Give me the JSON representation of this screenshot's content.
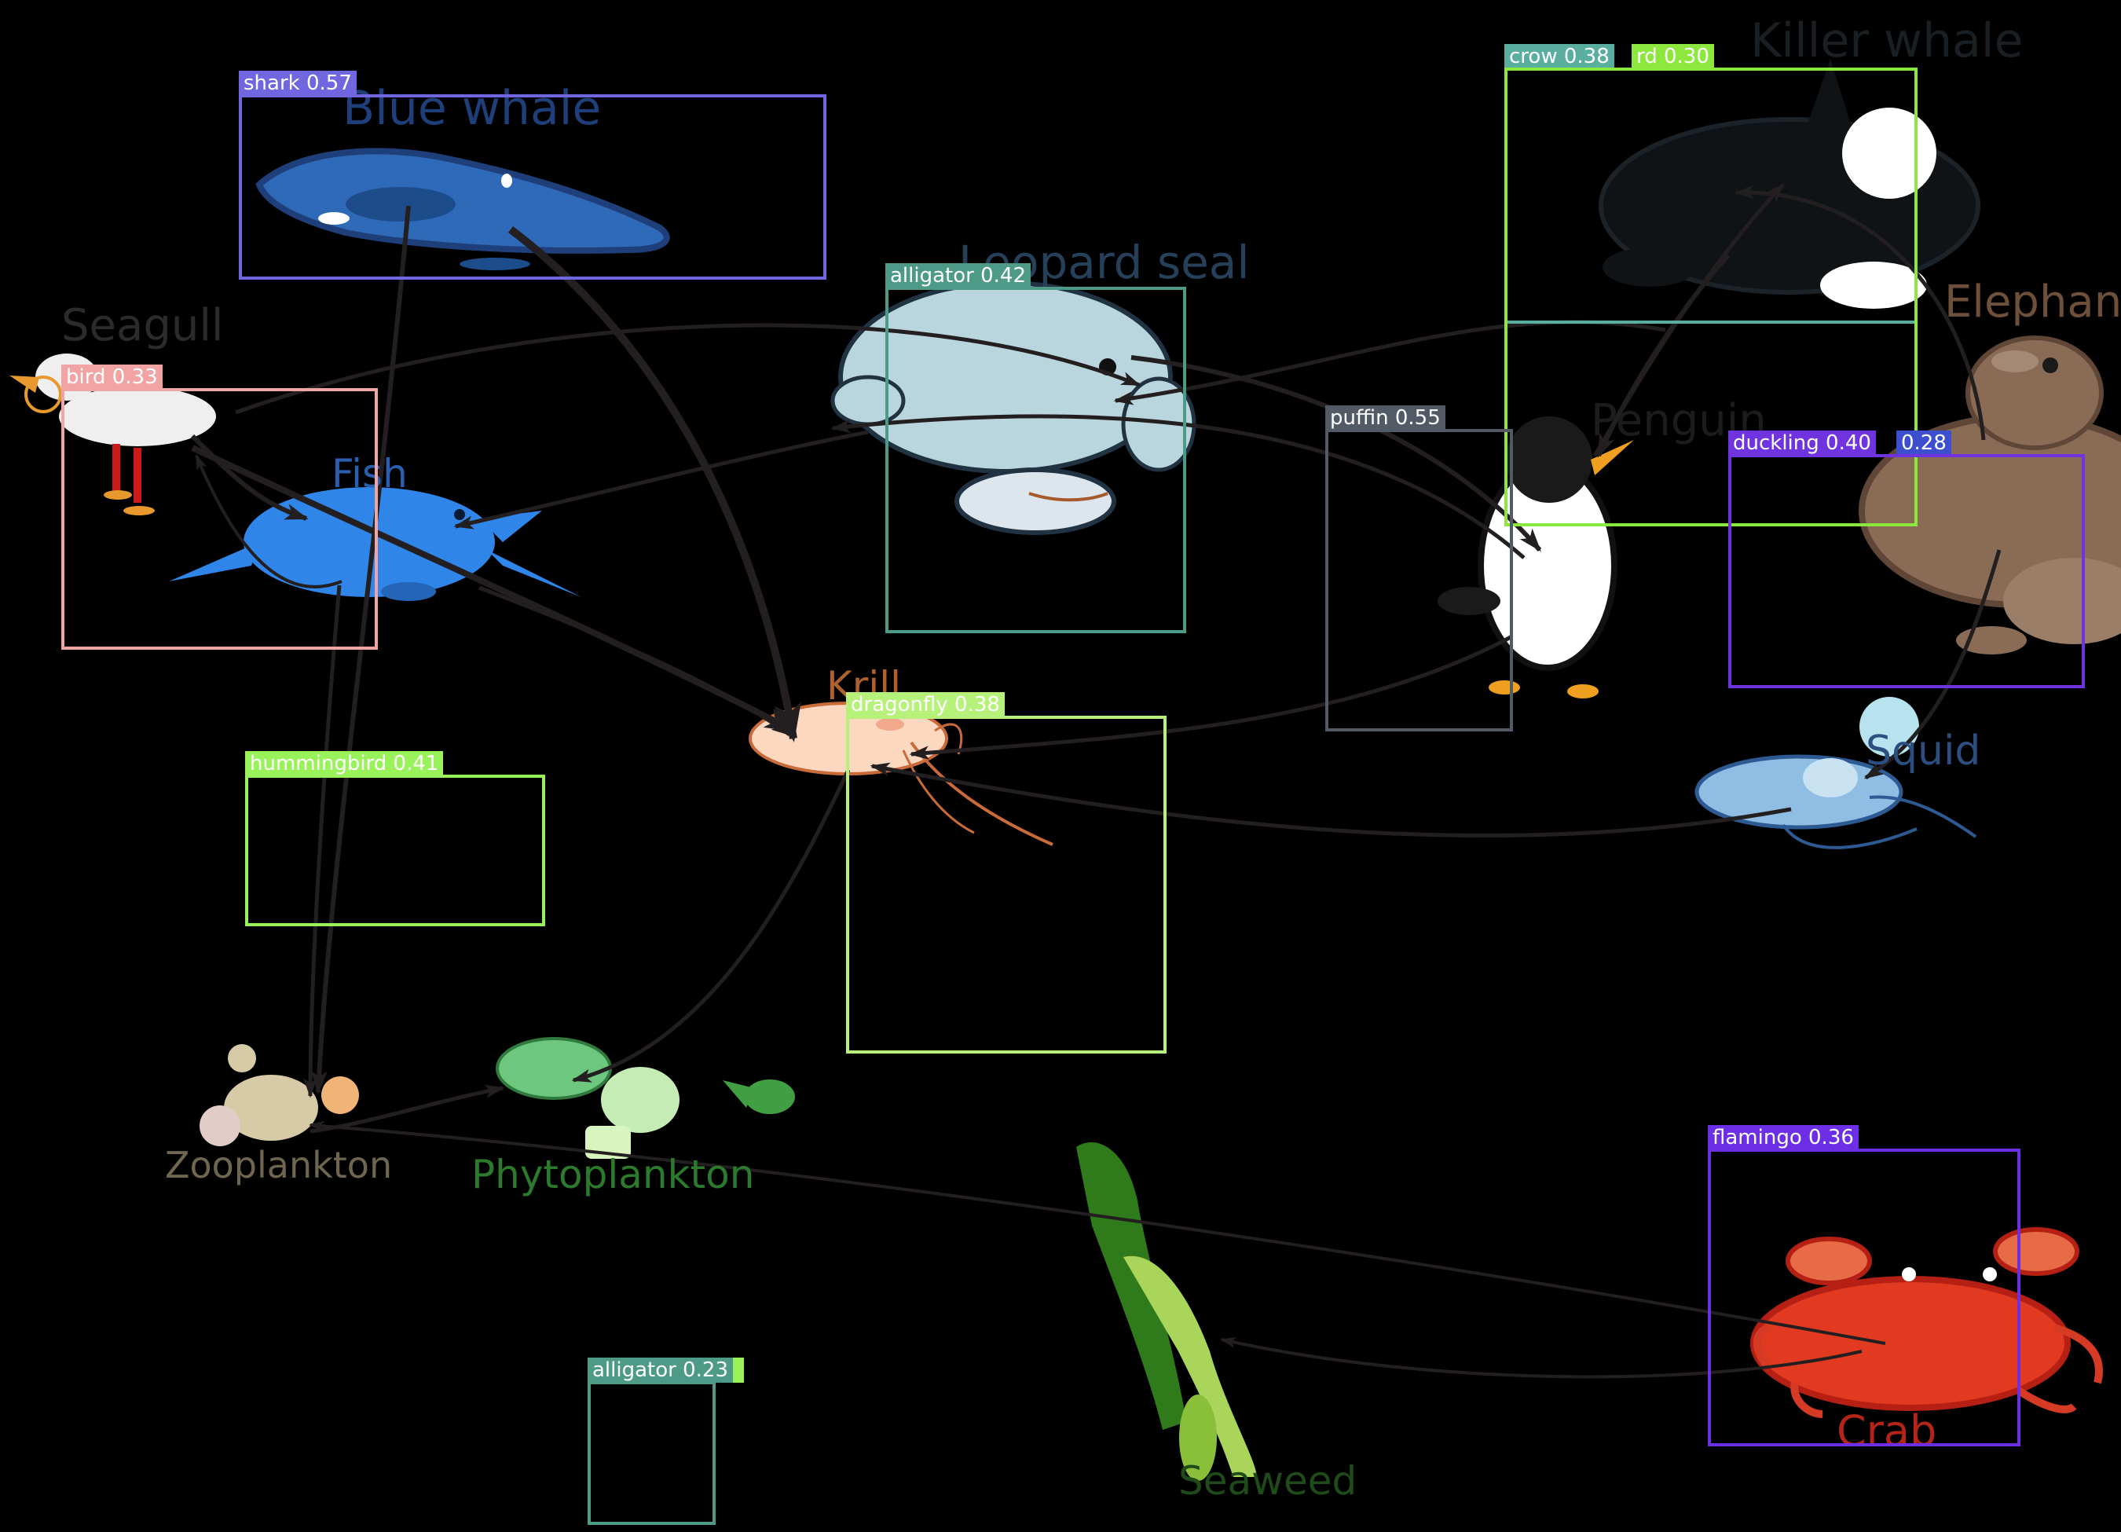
{
  "organisms": {
    "blue_whale": "Blue whale",
    "leopard_seal": "Leopard seal",
    "killer_whale": "Killer whale",
    "seagull": "Seagull",
    "fish": "Fish",
    "krill": "Krill",
    "penguin": "Penguin",
    "elephant_seal": "Elephant",
    "squid": "Squid",
    "zooplankton": "Zooplankton",
    "phytoplankton": "Phytoplankton",
    "seaweed": "Seaweed",
    "crab": "Crab"
  },
  "detections": {
    "shark": "shark 0.57",
    "alligator_top": "alligator 0.42",
    "crow": "crow 0.38",
    "bird_ord": "rd 0.30",
    "bird": "bird 0.33",
    "puffin": "puffin 0.55",
    "duckling": "duckling 0.40",
    "duckling_second": "0.28",
    "dragonfly": "dragonfly 0.38",
    "hummingbird": "hummingbird 0.41",
    "flamingo": "flamingo 0.36",
    "alligator_bottom": "alligator 0.23"
  },
  "colors": {
    "background": "#000000",
    "arrow": "#231f20",
    "shark_box": "#6f66e0",
    "bird_box": "#f2a3a3",
    "alligator_box": "#4d9b86",
    "crow_box": "#5aaea0",
    "bird2_box": "#8ce83c",
    "puffin_box": "#525a66",
    "duckling_box": "#7033e0",
    "dragonfly_box": "#b6f27a",
    "hummingbird_box": "#9af25a",
    "flamingo_box": "#6d2fe6"
  }
}
